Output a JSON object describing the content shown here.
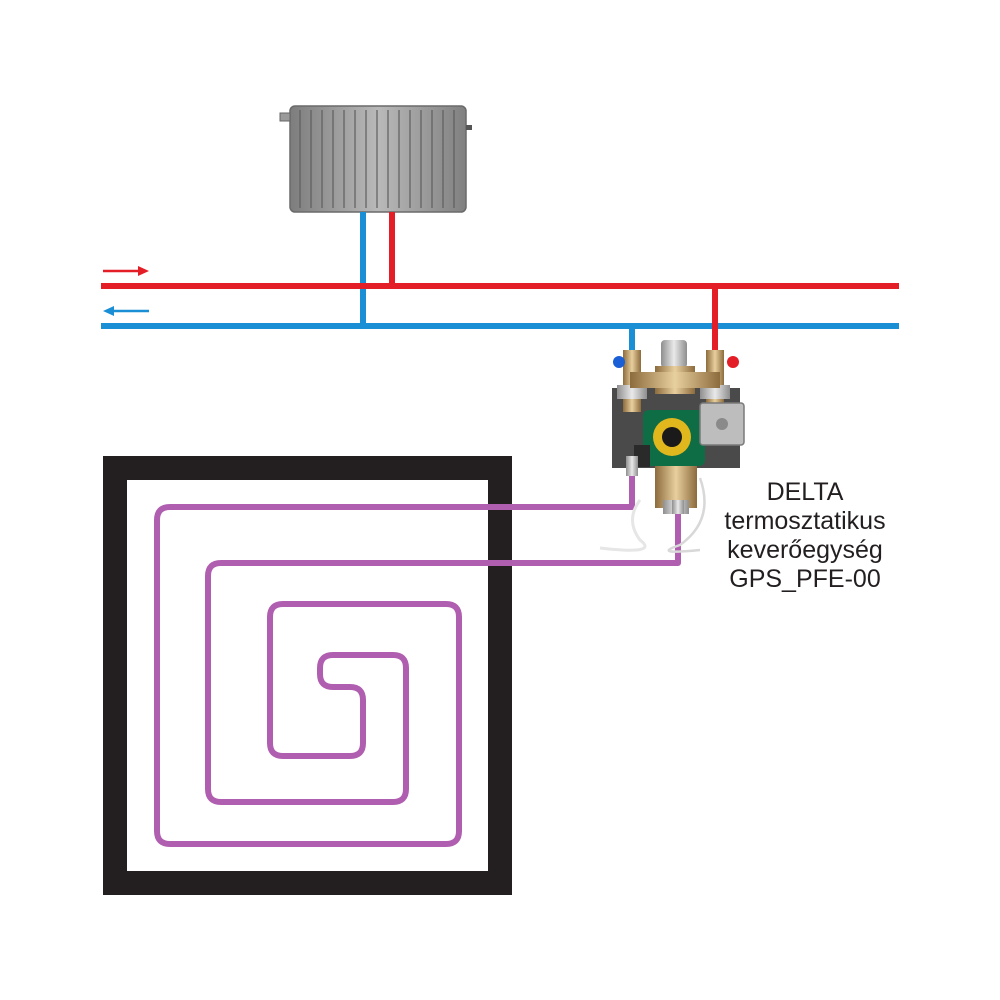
{
  "label": {
    "line1": "DELTA",
    "line2": "termosztatikus",
    "line3": "keverőegység",
    "line4": "GPS_PFE-00"
  },
  "colors": {
    "supply_pipe": "#e41e26",
    "return_pipe": "#1b8fd6",
    "floor_loop": "#b05fb0",
    "frame": "#231f20",
    "radiator": "#9a9a9a",
    "pump_green": "#0f6d45",
    "brass": "#c9a36a",
    "text": "#231f20"
  },
  "icons": {
    "supply_arrow": "arrow-right-icon",
    "return_arrow": "arrow-left-icon",
    "radiator": "radiator-icon",
    "mixing_unit": "pump-mixing-unit-icon"
  }
}
